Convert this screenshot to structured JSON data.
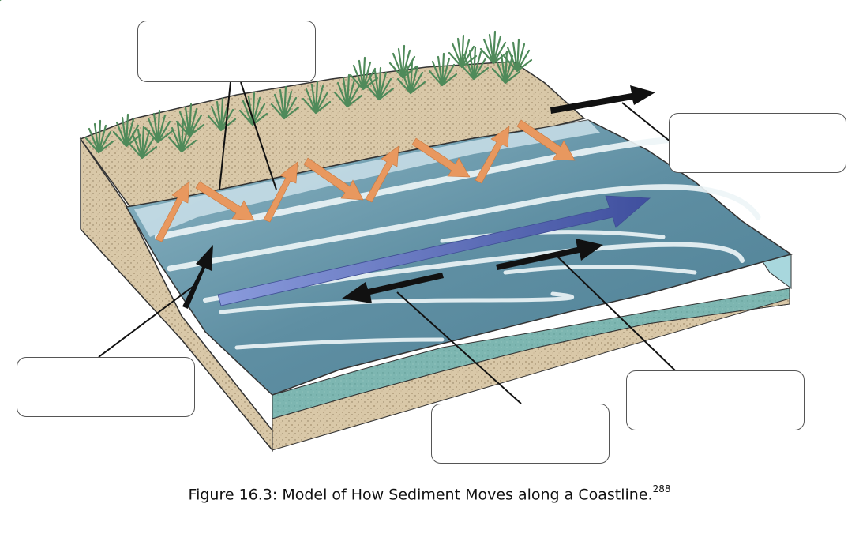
{
  "caption": {
    "text": "Figure 16.3: Model of How Sediment Moves along a Coastline.",
    "superscript": "288"
  },
  "label_boxes": [
    {
      "id": "top-left",
      "text": ""
    },
    {
      "id": "top-right",
      "text": ""
    },
    {
      "id": "left",
      "text": ""
    },
    {
      "id": "mid-bottom",
      "text": ""
    },
    {
      "id": "right",
      "text": ""
    }
  ],
  "colors": {
    "sand": "#d8c7a8",
    "water": "#5e8fa1",
    "water_side": "#7fb7b2",
    "grass": "#5e8f63",
    "swash_arrow": "#e7975f",
    "longshore_current_arrow": "#5d6fbd",
    "pointer_arrow": "#111111"
  }
}
